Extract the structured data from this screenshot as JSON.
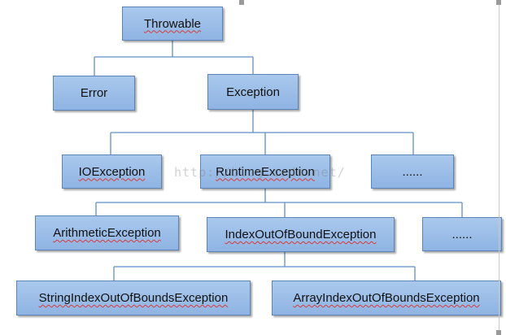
{
  "nodes": {
    "throwable": "Throwable",
    "error": "Error",
    "exception": "Exception",
    "ioexception": "IOException",
    "runtimeexception": "RuntimeException",
    "exception_more": "......",
    "arithmetic": "ArithmeticException",
    "indexoutofbound": "IndexOutOfBoundException",
    "runtime_more": "......",
    "stringindex": "StringIndexOutOfBoundsException",
    "arrayindex": "ArrayIndexOutOfBoundsException"
  },
  "watermark": "http://blog.csdn.net/",
  "colors": {
    "node_fill": "#9dbfe8",
    "node_border": "#5b84b8",
    "connector": "#5f8fc4",
    "spellcheck_underline": "#d93a3a"
  }
}
